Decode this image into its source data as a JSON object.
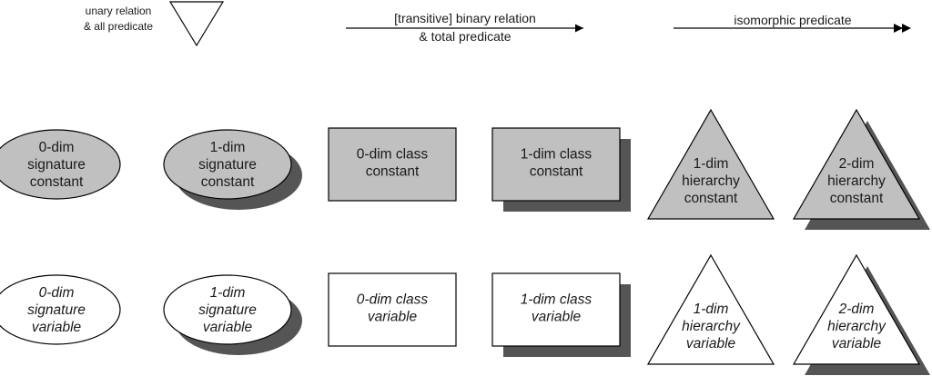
{
  "colors": {
    "fill_constant": "#c0c0c0",
    "fill_variable": "#ffffff",
    "shadow": "#555555",
    "stroke": "#000000"
  },
  "legend": {
    "unary": [
      "unary relation",
      "& all predicate"
    ],
    "binary": [
      "[transitive] binary relation",
      "& total predicate"
    ],
    "isomorphic": [
      "isomorphic predicate"
    ]
  },
  "shapes": {
    "constants": [
      {
        "kind": "oval",
        "shadow": false,
        "lines": [
          "0-dim",
          "signature",
          "constant"
        ]
      },
      {
        "kind": "oval",
        "shadow": true,
        "lines": [
          "1-dim",
          "signature",
          "constant"
        ]
      },
      {
        "kind": "rect",
        "shadow": false,
        "lines": [
          "0-dim class",
          "constant"
        ]
      },
      {
        "kind": "rect",
        "shadow": true,
        "lines": [
          "1-dim class",
          "constant"
        ]
      },
      {
        "kind": "triangle",
        "shadow": false,
        "lines": [
          "1-dim",
          "hierarchy",
          "constant"
        ]
      },
      {
        "kind": "triangle",
        "shadow": true,
        "lines": [
          "2-dim",
          "hierarchy",
          "constant"
        ]
      }
    ],
    "variables": [
      {
        "kind": "oval",
        "shadow": false,
        "lines": [
          "0-dim",
          "signature",
          "variable"
        ]
      },
      {
        "kind": "oval",
        "shadow": true,
        "lines": [
          "1-dim",
          "signature",
          "variable"
        ]
      },
      {
        "kind": "rect",
        "shadow": false,
        "lines": [
          "0-dim class",
          "variable"
        ]
      },
      {
        "kind": "rect",
        "shadow": true,
        "lines": [
          "1-dim class",
          "variable"
        ]
      },
      {
        "kind": "triangle",
        "shadow": false,
        "lines": [
          "1-dim",
          "hierarchy",
          "variable"
        ]
      },
      {
        "kind": "triangle",
        "shadow": true,
        "lines": [
          "2-dim",
          "hierarchy",
          "variable"
        ]
      }
    ]
  }
}
